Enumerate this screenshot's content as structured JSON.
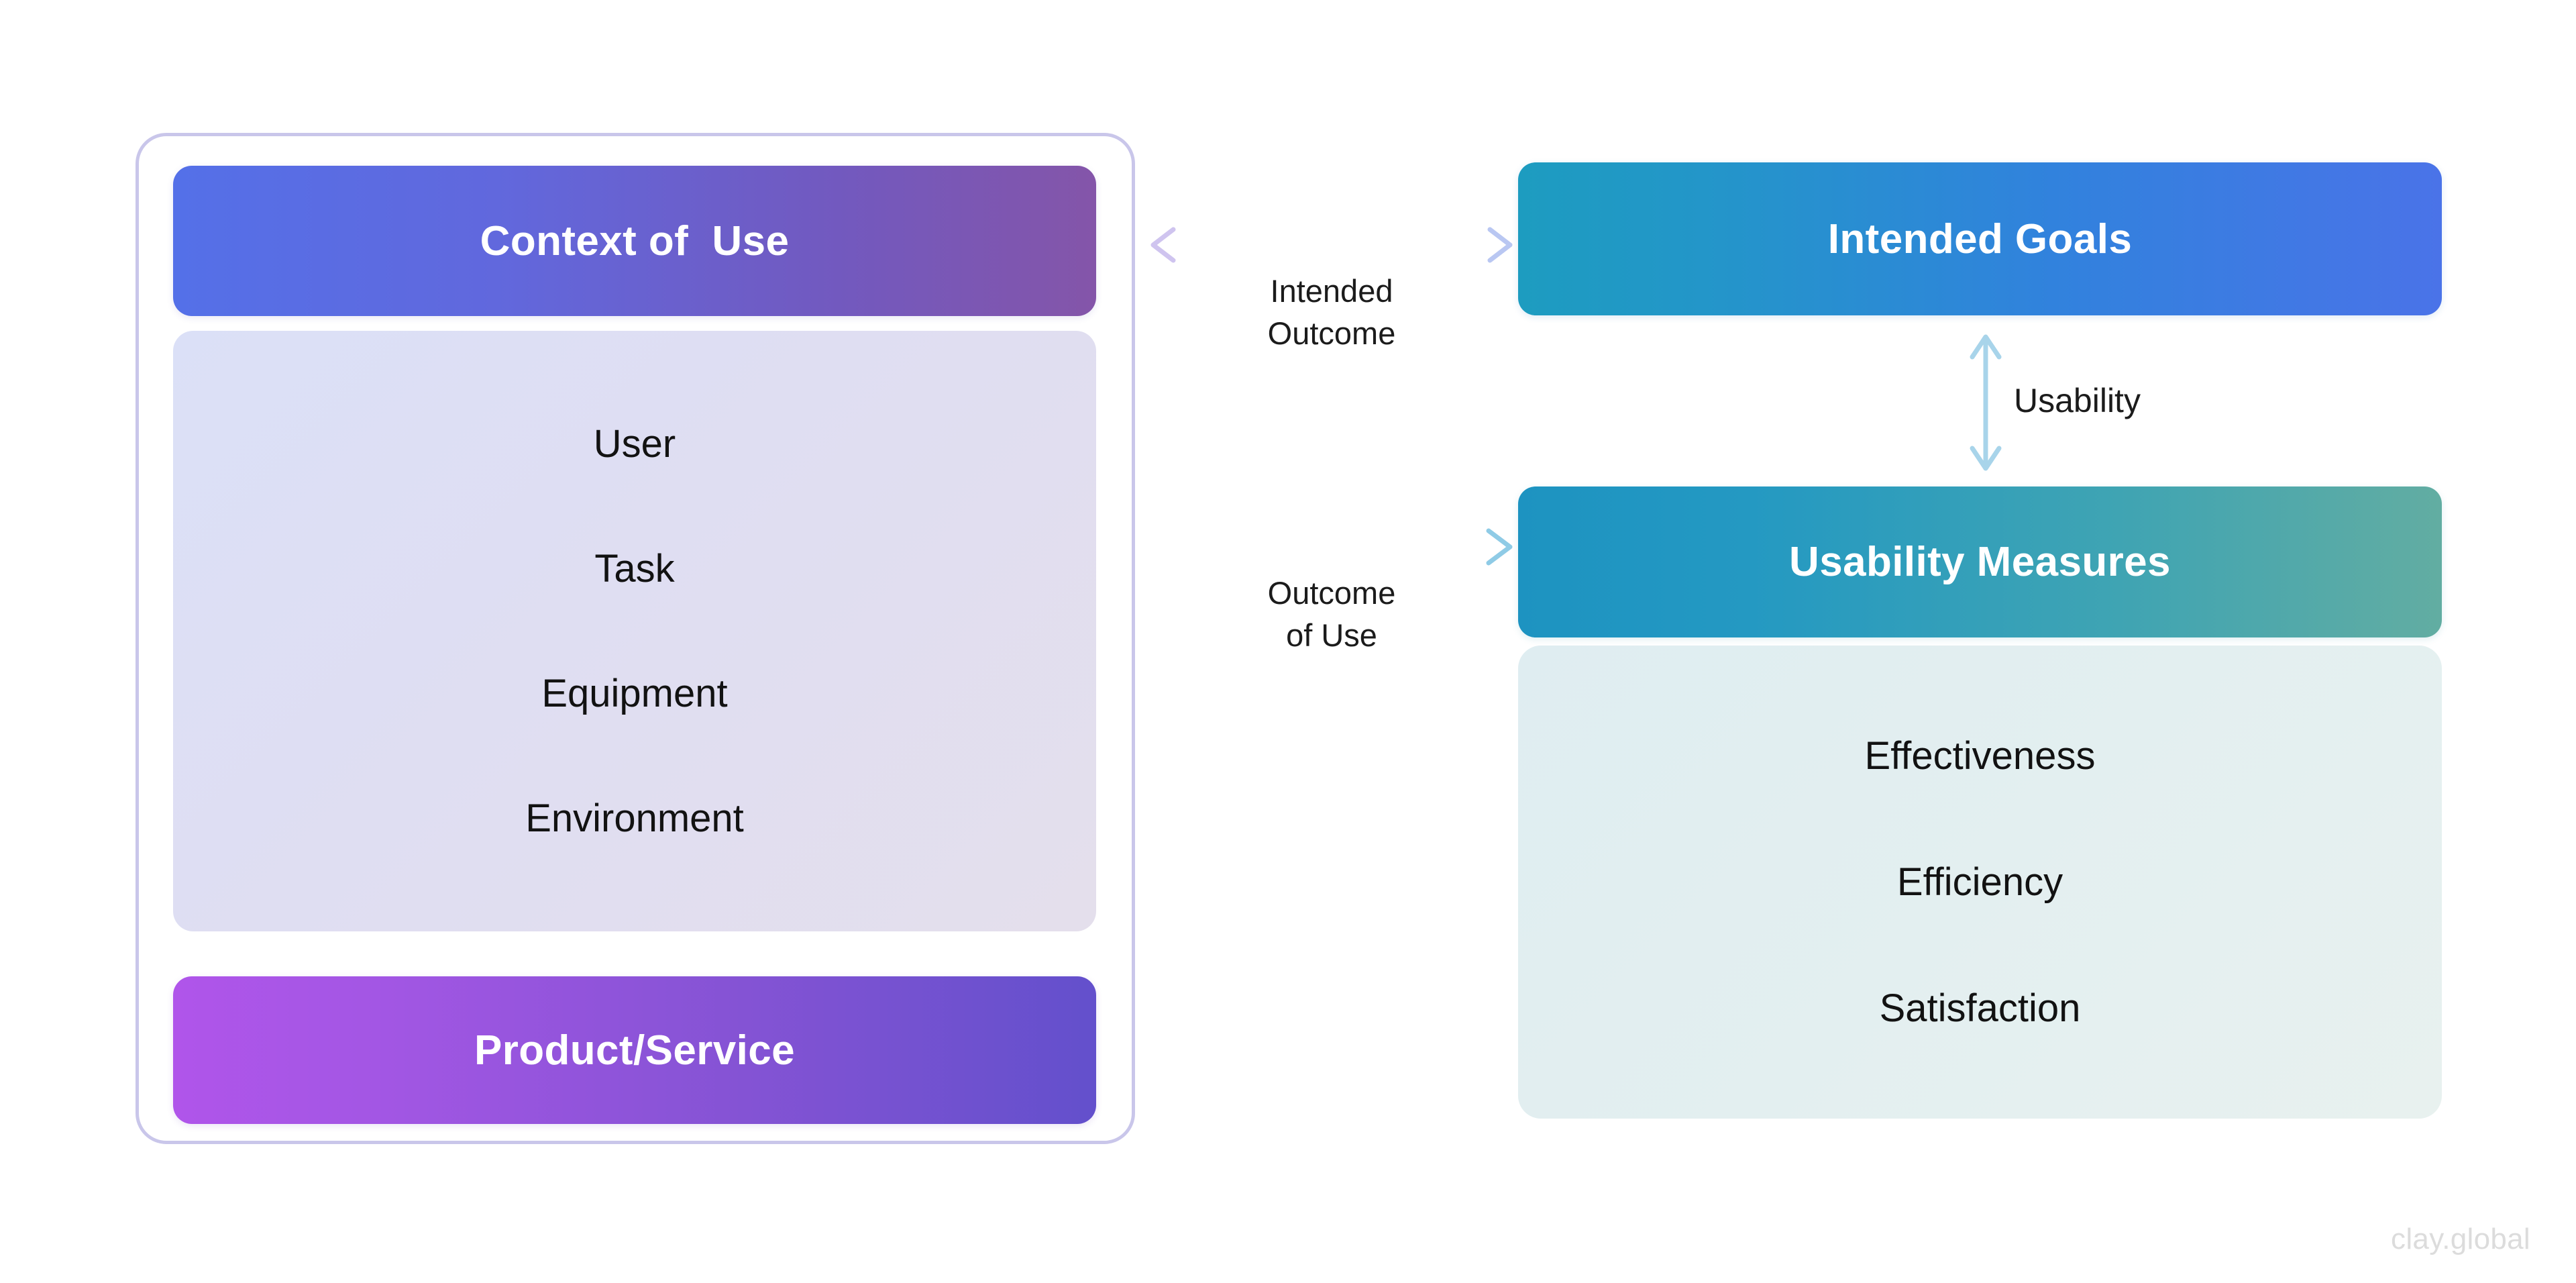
{
  "diagram": {
    "context_of_use": {
      "header_label": "Context of  Use",
      "items": [
        {
          "label": "User"
        },
        {
          "label": "Task"
        },
        {
          "label": "Equipment"
        },
        {
          "label": "Environment"
        }
      ],
      "footer_label": "Product/Service",
      "header_gradient_from": "#5470e8",
      "header_gradient_to": "#8455a9",
      "footer_gradient_from": "#b055ea",
      "footer_gradient_to": "#6350cc",
      "panel_gradient_from": "#dbe0f7",
      "panel_gradient_to": "#e4dfec",
      "border_color": "#c9c6ea"
    },
    "connectors": {
      "intended_outcome": {
        "caption_line1": "Intended",
        "caption_line2": "Outcome",
        "arrow_type": "double-headed-horizontal",
        "color_from": "#cfc4ef",
        "color_to": "#b9c7f2"
      },
      "outcome_of_use": {
        "caption_line1": "Outcome",
        "caption_line2": "of Use",
        "arrow_type": "single-right-horizontal",
        "color_from": "#d3c2ea",
        "color_to": "#8fcbe6"
      },
      "usability": {
        "caption": "Usability",
        "arrow_type": "double-headed-vertical",
        "color": "#a8d4ea"
      }
    },
    "intended_goals": {
      "header_label": "Intended Goals",
      "gradient_from": "#1d9cc0",
      "gradient_to": "#4a73e8"
    },
    "usability_measures": {
      "header_label": "Usability Measures",
      "items": [
        {
          "label": "Effectiveness"
        },
        {
          "label": "Efficiency"
        },
        {
          "label": "Satisfaction"
        }
      ],
      "gradient_from": "#1d93c1",
      "gradient_to": "#62ada2",
      "panel_gradient_from": "#dfedf1",
      "panel_gradient_to": "#e8f1ef"
    }
  },
  "watermark": {
    "text": "clay.global",
    "color": "#dcdcdc"
  }
}
